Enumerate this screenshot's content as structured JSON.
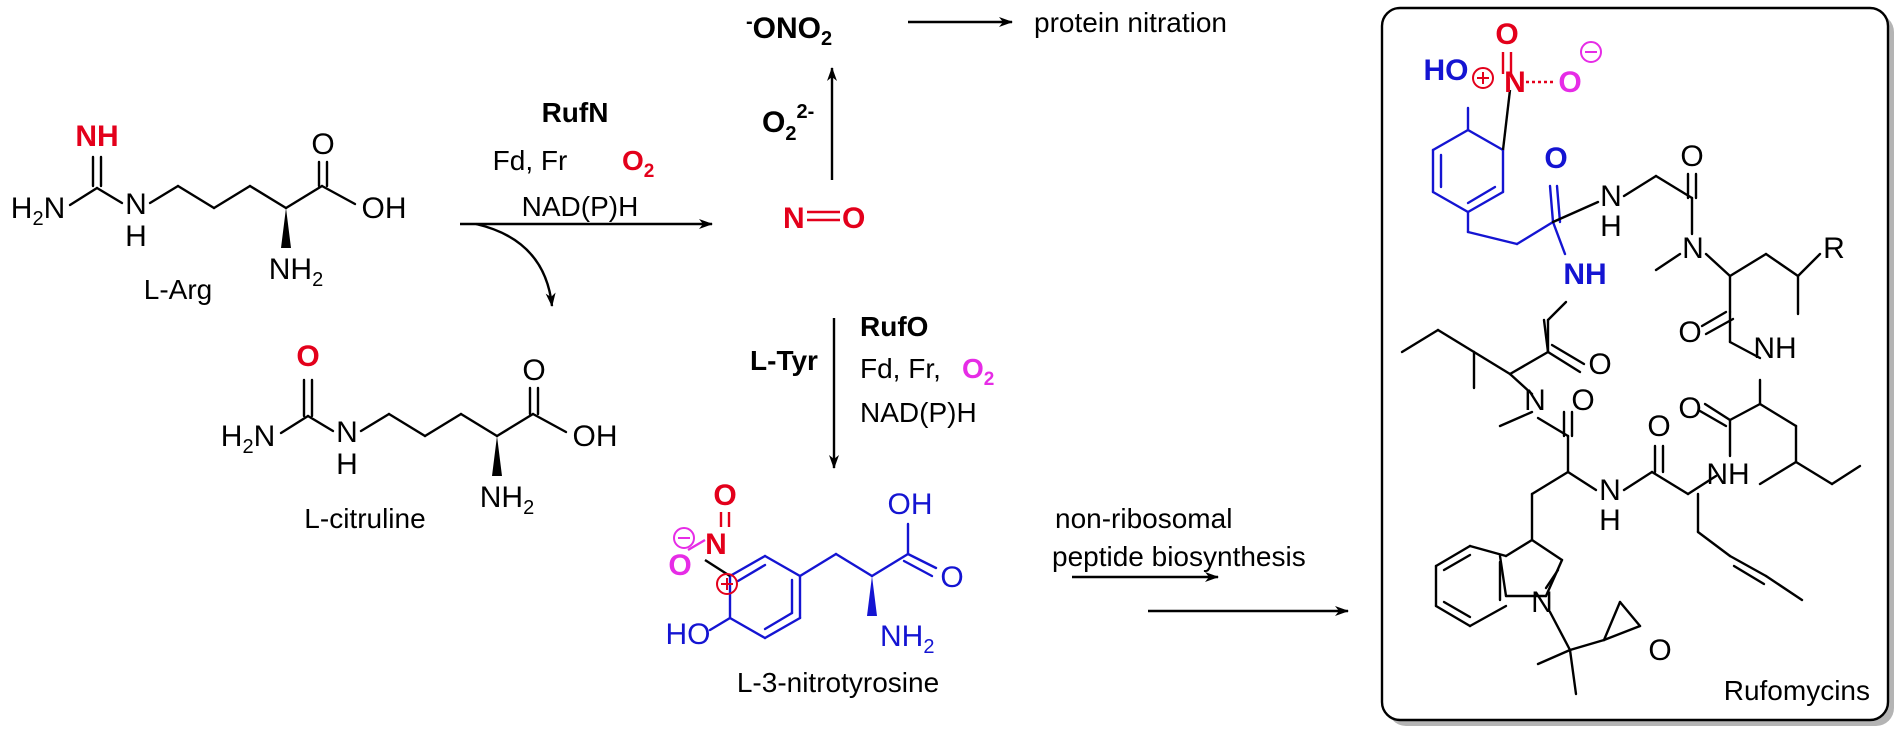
{
  "colors": {
    "bond": "#000000",
    "red": "#e3001b",
    "magenta": "#e62ce6",
    "blue": "#1414d2",
    "panel_shadow": "#b4b4b4"
  },
  "arg": {
    "name": "L-Arg",
    "nh": "NH",
    "h2n": "H",
    "h2n_sub": "2",
    "h2n_n": "N",
    "nh_h": "H",
    "n1": "N",
    "oh": "OH",
    "o": "O",
    "nh2": "NH",
    "nh2_sub": "2"
  },
  "citrulline": {
    "name": "L-citruline",
    "o1": "O",
    "h2n": "H",
    "h2n_sub": "2",
    "h2n_n": "N",
    "n": "N",
    "h": "H",
    "o2": "O",
    "oh": "OH",
    "nh2": "NH",
    "nh2_sub": "2"
  },
  "rufn": {
    "enzyme": "RufN",
    "cofactor": "Fd, Fr",
    "o2": "O",
    "o2_sub": "2",
    "cofactor2": "NAD(P)H"
  },
  "no": {
    "n": "N",
    "o": "O"
  },
  "superoxide": {
    "o": "O",
    "sub": "2",
    "sup": "2-"
  },
  "peroxynitrite": {
    "minus": "-",
    "formula": "ONO",
    "sub": "2"
  },
  "nitration": {
    "label": "protein nitration"
  },
  "rufo": {
    "substrate": "L-Tyr",
    "enzyme": "RufO",
    "cofactor": "Fd, Fr,",
    "o2": "O",
    "o2_sub": "2",
    "cofactor2": "NAD(P)H"
  },
  "nitrotyrosine": {
    "name": "L-3-nitrotyrosine",
    "o_top": "O",
    "n": "N",
    "o_left": "O",
    "ho": "HO",
    "oh": "OH",
    "o": "O",
    "nh2": "NH",
    "nh2_sub": "2"
  },
  "nrps": {
    "line1": "non-ribosomal",
    "line2": "peptide biosynthesis"
  },
  "rufomycin": {
    "name": "Rufomycins",
    "ho": "HO",
    "no2_o": "O",
    "no2_n": "N",
    "no2_o2": "O",
    "o_tyr": "O",
    "nh_tyr": "NH",
    "n_ala": "N",
    "h_ala": "H",
    "o_ala": "O",
    "r": "R",
    "n_me": "N",
    "o_nmleu": "O",
    "nh_leu2": "NH",
    "o_leu2": "O",
    "nh_bot": "NH",
    "o_bot": "O",
    "n_bot": "N",
    "h_bot": "H",
    "o_leu1": "O",
    "n_me2": "N",
    "o_me2": "O",
    "n_trp": "N",
    "o_ep": "O"
  }
}
